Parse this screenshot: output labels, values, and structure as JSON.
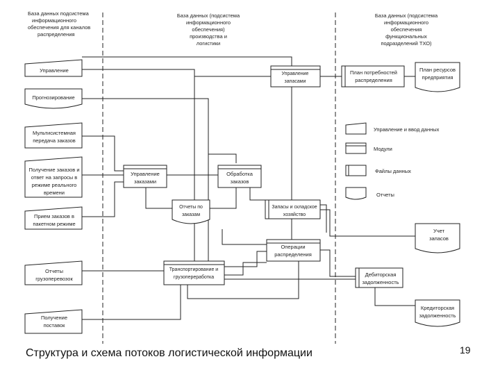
{
  "columns": {
    "left": [
      "База данных подсистема",
      "информационного",
      "обеспечения для каналов",
      "распределения"
    ],
    "center": [
      "База данных (подсистема",
      "информационного",
      "обеспечения)",
      "производства и",
      "логистики"
    ],
    "right": [
      "База данных (подсистема",
      "информационного",
      "обеспечения",
      "функциональных",
      "подразделений ТХО)"
    ]
  },
  "left_nodes": {
    "management": "Управление",
    "forecasting": "Прогнозирование",
    "multisystem": [
      "Мультисистемная",
      "передача заказов"
    ],
    "receiving": [
      "Получение заказов и",
      "ответ на запросы в",
      "режиме реального",
      "времени"
    ],
    "online": [
      "Прием заказов в",
      "пакетном режиме"
    ],
    "reports_cargo": [
      "Отчеты",
      "грузоперевозок"
    ],
    "receipt": [
      "Получение",
      "поставок"
    ]
  },
  "center_nodes": {
    "inventory_mgmt": [
      "Управление",
      "запасами"
    ],
    "order_mgmt": [
      "Управление",
      "заказами"
    ],
    "order_processing": [
      "Обработка",
      "заказов"
    ],
    "reports_orders": [
      "Отчеты по",
      "заказам"
    ],
    "warehouse": [
      "Запасы и складское",
      "хозяйство"
    ],
    "distribution_ops": [
      "Операции",
      "распределения"
    ],
    "transport": [
      "Транспортирование и",
      "грузопереработка"
    ]
  },
  "right_nodes": {
    "plan_needs": [
      "План потребностей",
      "распределения"
    ],
    "plan_resources": [
      "План ресурсов",
      "предприятия"
    ],
    "inventory_acc": [
      "Учет",
      "запасов"
    ],
    "receivables": [
      "Дебиторская",
      "задолженность"
    ],
    "payables": [
      "Кредиторская",
      "задолженность"
    ]
  },
  "legend": {
    "input": "Управление и ввод данных",
    "modules": "Модули",
    "files": "Файлы данных",
    "reports": "Отчеты"
  },
  "caption": "Структура и схема потоков логистической информации",
  "page_number": "19"
}
